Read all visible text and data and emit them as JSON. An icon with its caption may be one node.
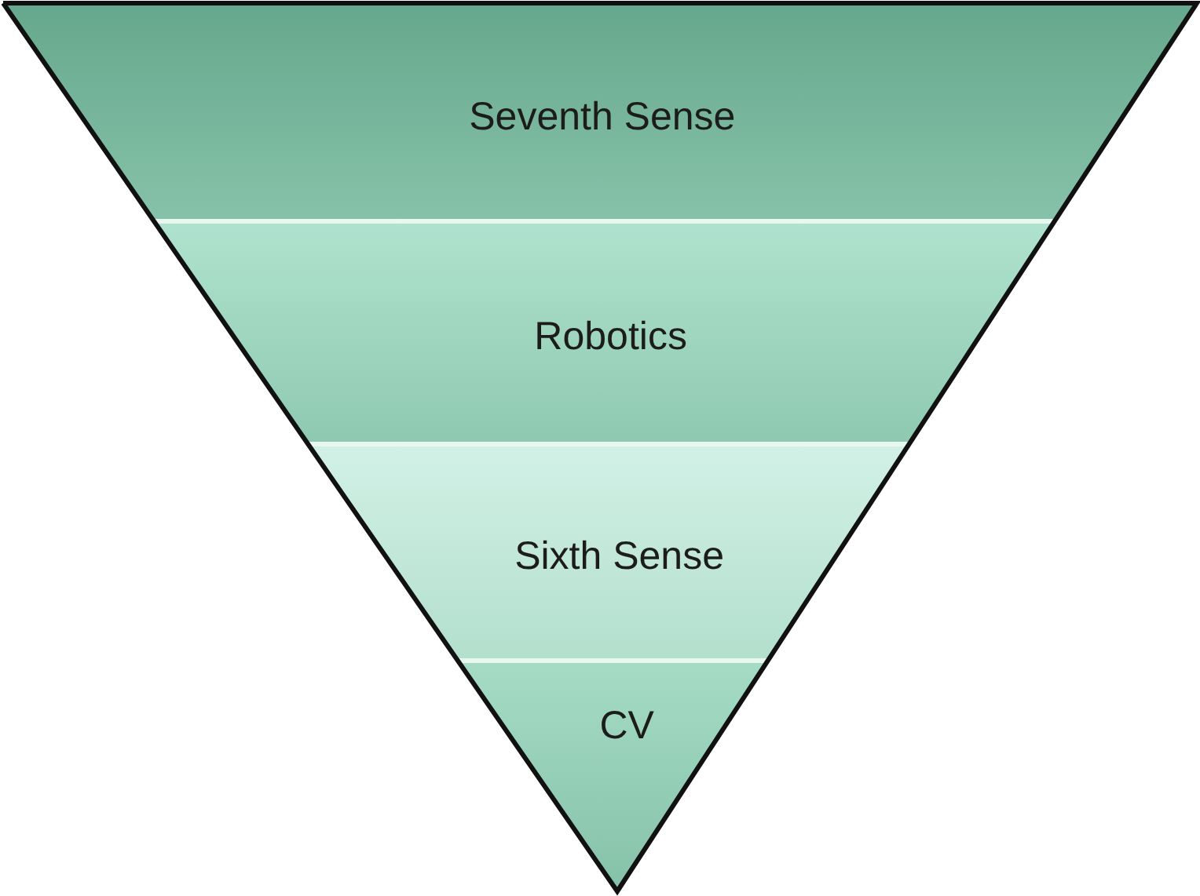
{
  "diagram": {
    "nodes": [
      {
        "text": [
          "Seventh Sense"
        ]
      },
      {
        "text": [
          "Robotics"
        ]
      },
      {
        "text": [
          "Sixth Sense"
        ]
      },
      {
        "text": [
          "CV"
        ]
      }
    ]
  }
}
